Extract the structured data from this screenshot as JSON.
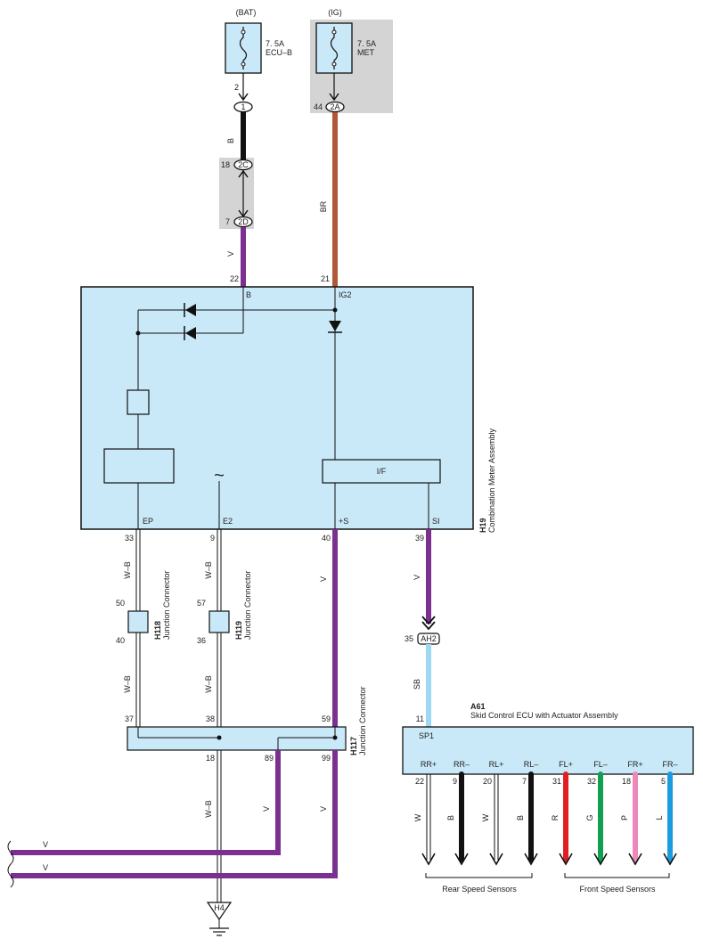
{
  "colors": {
    "box_fill": "#c9e8f8",
    "shade": "#d4d4d4",
    "black": "#111111",
    "brown": "#b0583a",
    "violet": "#7b2f91",
    "skyblue": "#9fd8f2",
    "red": "#e02020",
    "green": "#10a050",
    "pink": "#ee88bb",
    "blue": "#1a9de0"
  },
  "fuses": {
    "bat": {
      "source": "(BAT)",
      "rating": "7. 5A",
      "name": "ECU–B"
    },
    "ig": {
      "source": "(IG)",
      "rating": "7. 5A",
      "name": "MET"
    }
  },
  "pins_top": {
    "bat_fuse_pin": "2",
    "c1": "1",
    "c2c_num": "18",
    "c2c": "2C",
    "c2d_num": "7",
    "c2d": "2D",
    "ig_num": "44",
    "ig_conn": "2A",
    "meter_b": "22",
    "meter_ig2": "21"
  },
  "wires_top": {
    "b": "B",
    "v": "V",
    "br": "BR"
  },
  "meter": {
    "code": "H19",
    "name": "Combination Meter Assembly",
    "term_b": "B",
    "term_ig2": "IG2",
    "if_label": "I/F",
    "tilde": "~",
    "term_ep": "EP",
    "term_e2": "E2",
    "term_s": "+S",
    "term_si": "SI",
    "pin_ep": "33",
    "pin_e2": "9",
    "pin_s": "40",
    "pin_si": "39"
  },
  "wire_labels": {
    "wb": "W–B",
    "v": "V",
    "sb": "SB"
  },
  "h118": {
    "code": "H118",
    "name": "Junction Connector",
    "pin_in": "50",
    "pin_out": "40"
  },
  "h119": {
    "code": "H119",
    "name": "Junction Connector",
    "pin_in": "57",
    "pin_out": "36"
  },
  "ah2": {
    "num": "35",
    "name": "AH2"
  },
  "h117": {
    "code": "H117",
    "name": "Junction Connector",
    "pin_37": "37",
    "pin_38": "38",
    "pin_59": "59",
    "pin_18": "18",
    "pin_89": "89",
    "pin_99": "99"
  },
  "ground": {
    "name": "H4"
  },
  "a61": {
    "code": "A61",
    "name": "Skid Control ECU with Actuator Assembly",
    "pin_sp1": "11",
    "term_sp1": "SP1",
    "terminals": [
      "RR+",
      "RR–",
      "RL+",
      "RL–",
      "FL+",
      "FL–",
      "FR+",
      "FR–"
    ],
    "pins": [
      "22",
      "9",
      "20",
      "7",
      "31",
      "32",
      "18",
      "5"
    ],
    "wires": [
      "W",
      "B",
      "W",
      "B",
      "R",
      "G",
      "P",
      "L"
    ]
  },
  "groups": {
    "rear": "Rear Speed Sensors",
    "front": "Front Speed Sensors"
  }
}
